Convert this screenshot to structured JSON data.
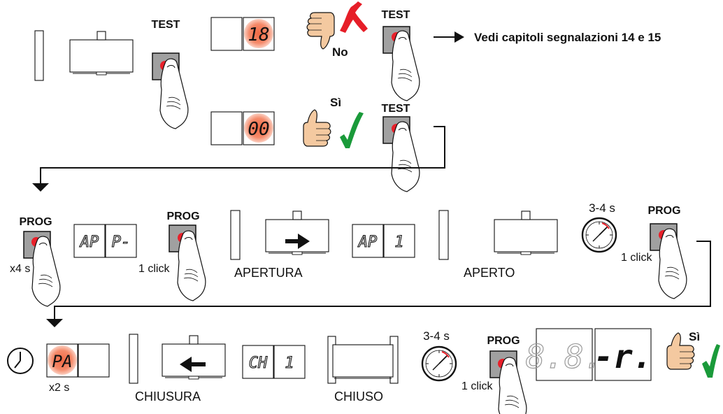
{
  "header": {
    "no_label": "No",
    "si_label_top": "Sì",
    "si_label_bottom": "Sì",
    "reference_text": "Vedi capitoli segnalazioni 14 e 15"
  },
  "buttons": {
    "test_1": "TEST",
    "test_2": "TEST",
    "test_3": "TEST",
    "prog_1": "PROG",
    "prog_2": "PROG",
    "prog_3": "PROG",
    "prog_4": "PROG"
  },
  "displays": {
    "err_code": "18",
    "ok_code": "00",
    "ap_left": "AP",
    "ap_right": "P-",
    "ap1_left": "AP",
    "ap1_right": "1",
    "pa_left": "PA",
    "ch1_left": "CH",
    "ch1_right": "1",
    "final_left": "8.8.",
    "final_right": "-r."
  },
  "annotations": {
    "x4s": "x4 s",
    "click_1": "1 click",
    "click_2": "1 click",
    "click_3": "1 click",
    "time_1": "3-4 s",
    "time_2": "3-4 s",
    "x2s": "x2 s"
  },
  "states": {
    "apertura": "APERTURA",
    "aperto": "APERTO",
    "chiusura": "CHIUSURA",
    "chiuso": "CHIUSO"
  },
  "colors": {
    "red_led": "#e8202a",
    "glow": "#f47c5c",
    "check_green": "#1a9a3a",
    "cross_red": "#e61e28",
    "skin": "#f4c9a0",
    "button_gray": "#a0a0a0"
  }
}
